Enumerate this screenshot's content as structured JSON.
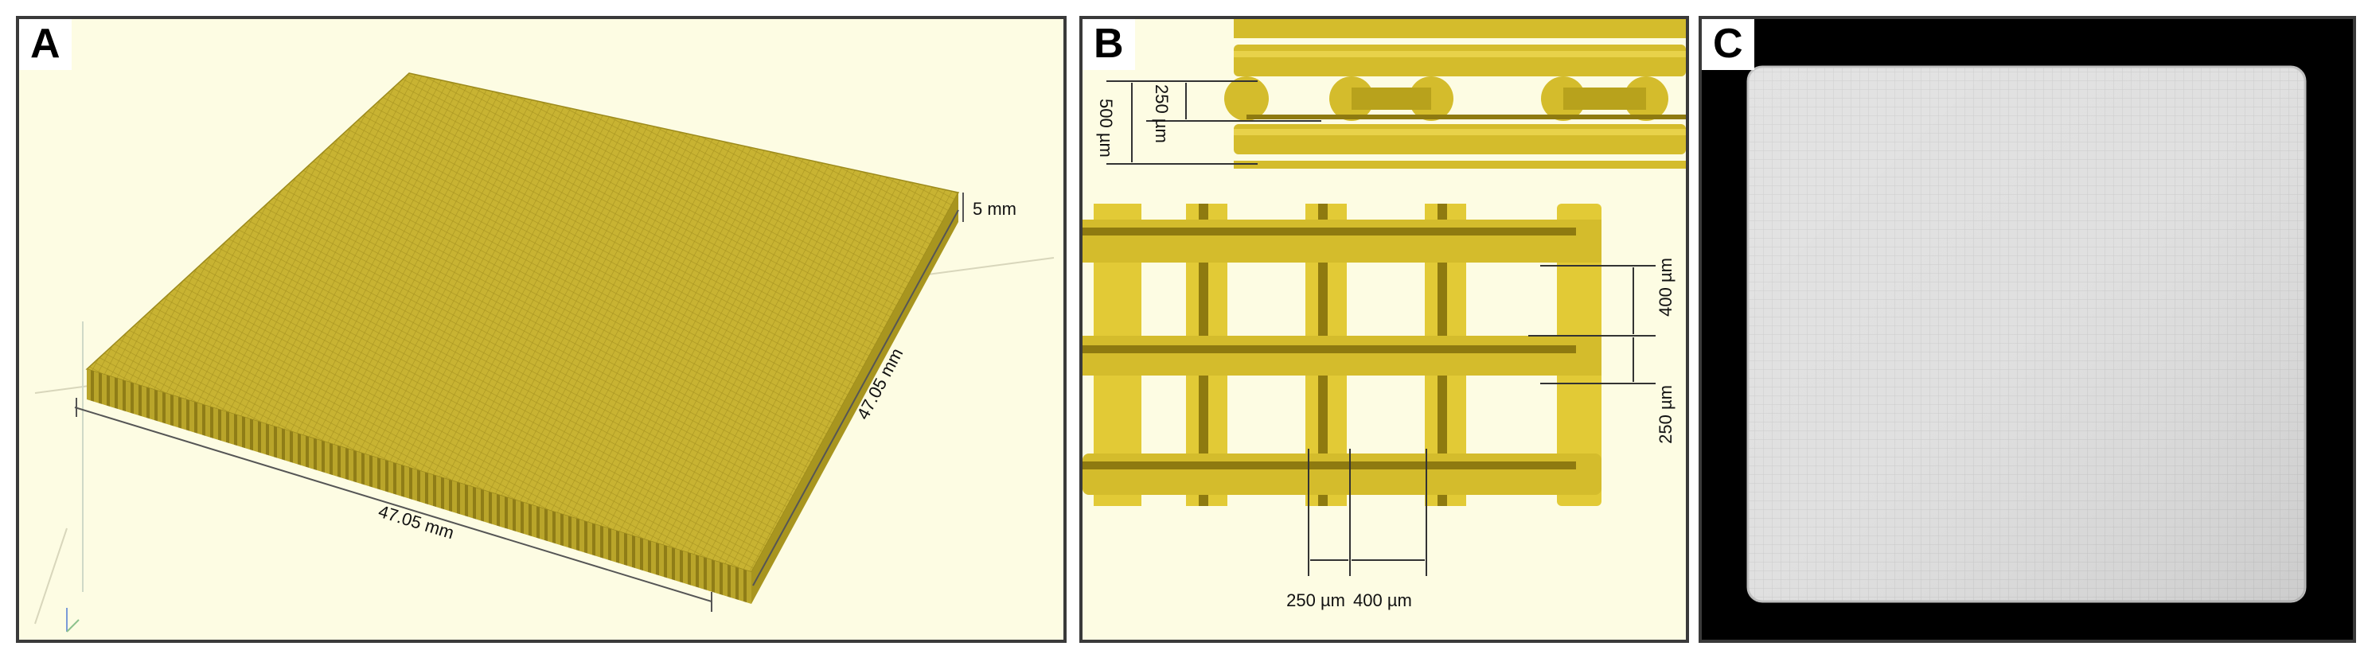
{
  "panels": {
    "a": {
      "label": "A",
      "dim_width": "47.05 mm",
      "dim_depth": "47.05 mm",
      "dim_height": "5 mm",
      "scaffold_color": "#c9b530"
    },
    "b": {
      "label": "B",
      "side_total": "500 µm",
      "side_layer": "250 µm",
      "strut_vertical": "400 µm",
      "strand_vertical": "250 µm",
      "strand_horizontal": "250 µm",
      "gap_horizontal": "400 µm",
      "strand_color": "#d4bc2c"
    },
    "c": {
      "label": "C",
      "background": "#000000",
      "scaffold_color": "#dcdcdc"
    }
  }
}
